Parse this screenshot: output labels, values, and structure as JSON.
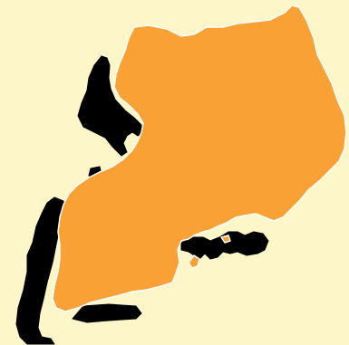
{
  "map": {
    "background_color": "#fdf6c8",
    "land_color": "#f9a135",
    "land_outline_color": "#ffffff",
    "water_color": "#000000",
    "regions": [
      {
        "name": "country-land"
      },
      {
        "name": "lake-albert"
      },
      {
        "name": "lake-edward"
      },
      {
        "name": "lake-george"
      },
      {
        "name": "lake-victoria"
      },
      {
        "name": "lake-kyoga"
      },
      {
        "name": "sese-islands"
      }
    ]
  }
}
